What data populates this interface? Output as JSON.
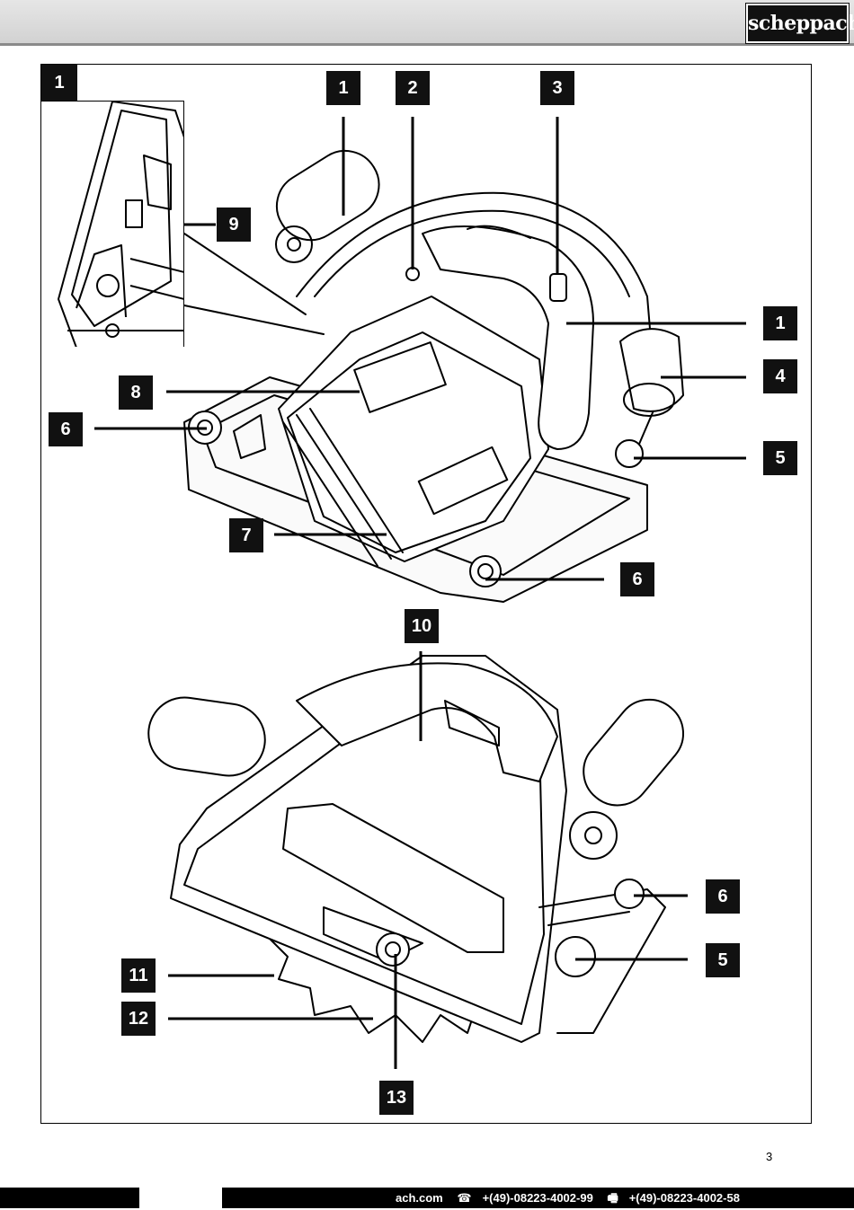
{
  "header": {
    "logo_text": "scheppach"
  },
  "figure": {
    "tag": "1",
    "callouts": [
      {
        "id": "c1a",
        "label": "1"
      },
      {
        "id": "c2",
        "label": "2"
      },
      {
        "id": "c3",
        "label": "3"
      },
      {
        "id": "c9",
        "label": "9"
      },
      {
        "id": "c1b",
        "label": "1"
      },
      {
        "id": "c4",
        "label": "4"
      },
      {
        "id": "c8",
        "label": "8"
      },
      {
        "id": "c6a",
        "label": "6"
      },
      {
        "id": "c5a",
        "label": "5"
      },
      {
        "id": "c7",
        "label": "7"
      },
      {
        "id": "c6b",
        "label": "6"
      },
      {
        "id": "c10",
        "label": "10"
      },
      {
        "id": "c6c",
        "label": "6"
      },
      {
        "id": "c5b",
        "label": "5"
      },
      {
        "id": "c11",
        "label": "11"
      },
      {
        "id": "c12",
        "label": "12"
      },
      {
        "id": "c13",
        "label": "13"
      }
    ]
  },
  "page_number": "3",
  "footer": {
    "website": "ach.com",
    "phone_icon": "☎",
    "phone": "+(49)-08223-4002-99",
    "fax_icon": "🖷",
    "fax": "+(49)-08223-4002-58"
  }
}
